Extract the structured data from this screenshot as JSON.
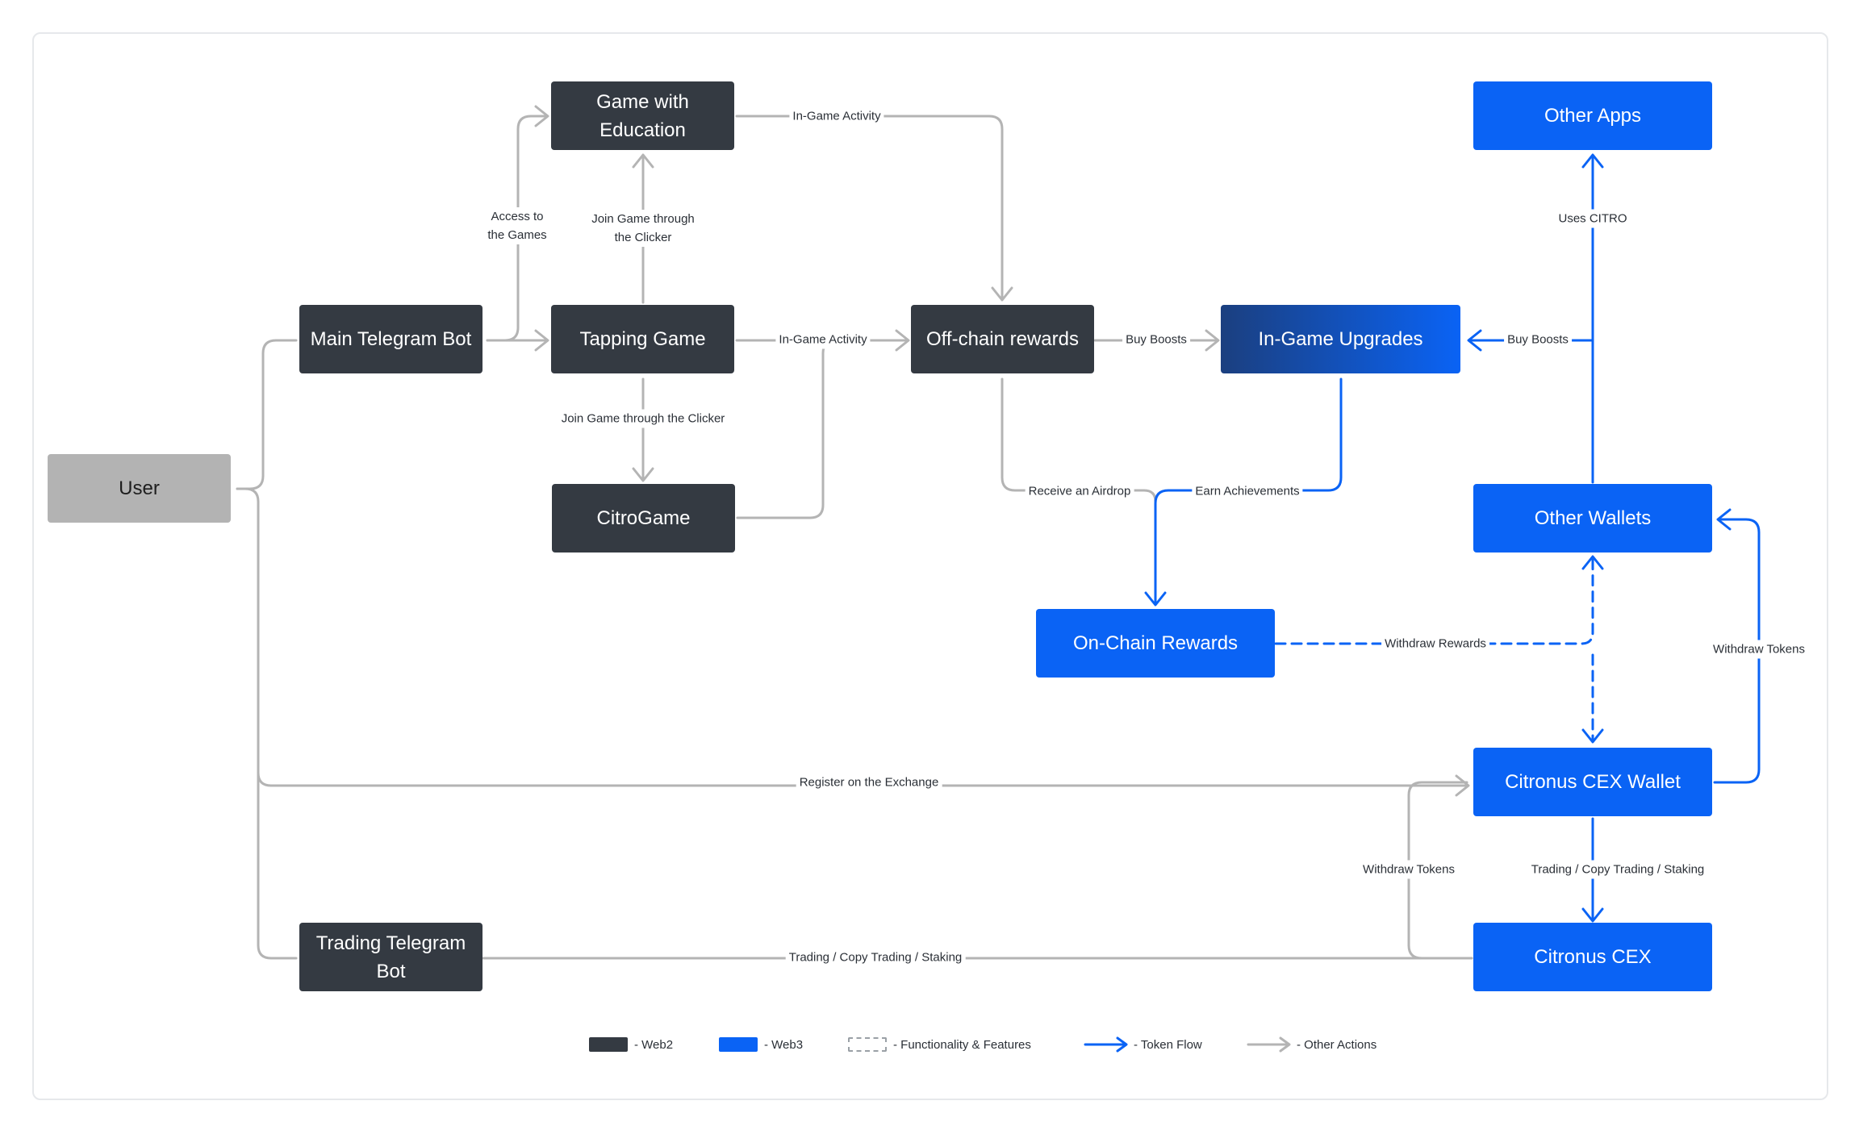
{
  "nodes": {
    "user": "User",
    "main_bot": "Main Telegram Bot",
    "game_education": "Game with Education",
    "tapping_game": "Tapping Game",
    "citrogame": "CitroGame",
    "offchain": "Off-chain rewards",
    "upgrades": "In-Game Upgrades",
    "onchain": "On-Chain Rewards",
    "other_apps": "Other Apps",
    "other_wallets": "Other Wallets",
    "cex_wallet": "Citronus CEX Wallet",
    "cex": "Citronus CEX",
    "trading_bot": "Trading Telegram Bot"
  },
  "edge_labels": {
    "access_games": "Access to the Games",
    "join_game": "Join Game through the Clicker",
    "join_game_clicker": "Join Game through the Clicker",
    "ingame_activity_top": "In-Game Activity",
    "ingame_activity_mid": "In-Game Activity",
    "buy_boosts_left": "Buy Boosts",
    "buy_boosts_right": "Buy Boosts",
    "receive_airdrop": "Receive an Airdrop",
    "earn_achievements": "Earn Achievements",
    "uses_citro": "Uses CITRO",
    "withdraw_rewards": "Withdraw Rewards",
    "withdraw_tokens_right": "Withdraw Tokens",
    "register_exchange": "Register on the Exchange",
    "withdraw_tokens_left": "Withdraw Tokens",
    "trading_copy_staking_right": "Trading / Copy Trading / Staking",
    "trading_copy_staking_bottom": "Trading / Copy Trading / Staking"
  },
  "legend": {
    "web2": "- Web2",
    "web3": "- Web3",
    "features": "- Functionality & Features",
    "token_flow": "- Token Flow",
    "other_actions": "- Other Actions"
  },
  "colors": {
    "web2": "#343a42",
    "web3": "#0a63f5",
    "user": "#b3b3b3",
    "gray_line": "#b4b4b4",
    "blue_line": "#0a63f5"
  }
}
